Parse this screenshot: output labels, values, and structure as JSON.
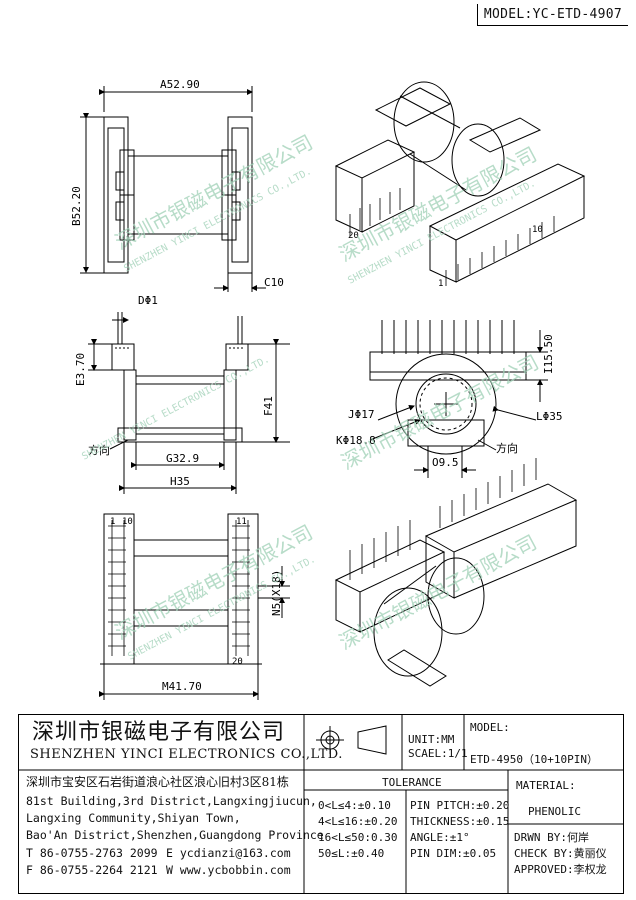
{
  "header": {
    "model": "MODEL:YC-ETD-4907"
  },
  "dimensions": {
    "a": "A52.90",
    "b": "B52.20",
    "c": "C10",
    "d": "DΦ1",
    "e": "E3.70",
    "f": "F41",
    "g": "G32.9",
    "h": "H35",
    "fangxiang": "方向",
    "i": "I15.50",
    "j": "JΦ17",
    "k": "KΦ18.8",
    "l": "LΦ35",
    "o": "O9.5",
    "m": "M41.70",
    "n": "N5(X18)"
  },
  "pin_labels": {
    "p20": "20",
    "p10": "10",
    "p1": "1",
    "p11": "11"
  },
  "watermark": {
    "cn": "深圳市银磁电子有限公司",
    "en": "SHENZHEN YINCI ELECTRONICS CO.,LTD."
  },
  "title_block": {
    "company_cn": "深圳市银磁电子有限公司",
    "company_en": "SHENZHEN YINCI ELECTRONICS CO.,LTD.",
    "unit": "UNIT:MM",
    "scale": "SCAEL:1/1",
    "model_label": "MODEL:",
    "model_value": "ETD-4950（10+10PIN）",
    "address_cn": "深圳市宝安区石岩街道浪心社区浪心旧村3区81栋",
    "address_en": [
      "81st Building,3rd District,Langxingjiucun,",
      "Langxing Community,Shiyan Town,",
      "Bao'An District,Shenzhen,Guangdong Province"
    ],
    "tel": "T 86-0755-2763 2099",
    "fax": "F 86-0755-2264 2121",
    "email": "E ycdianzi@163.com",
    "web": "W www.ycbobbin.com",
    "tolerance_title": "TOLERANCE",
    "tolerance_left": [
      "0<L≤4:±0.10",
      "4<L≤16:±0.20",
      "16<L≤50:0.30",
      "50≤L:±0.40"
    ],
    "tolerance_right": [
      "PIN PITCH:±0.20",
      "THICKNESS:±0.15",
      "ANGLE:±1°",
      "PIN DIM:±0.05"
    ],
    "material_label": "MATERIAL:",
    "material_value": "PHENOLIC",
    "drawn": "DRWN BY:何岸",
    "check": "CHECK BY:黄丽仪",
    "approved": "APPROVED:李权龙"
  }
}
